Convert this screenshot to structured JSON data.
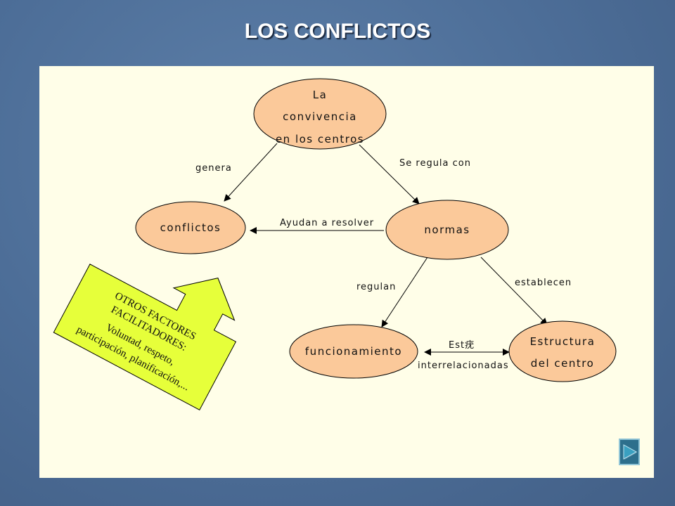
{
  "slide": {
    "title": "LOS CONFLICTOS"
  },
  "diagram": {
    "nodes": {
      "convivencia": [
        "La",
        "convivencia",
        "en los centros"
      ],
      "conflictos": [
        "conflictos"
      ],
      "normas": [
        "normas"
      ],
      "funcionamiento": [
        "funcionamiento"
      ],
      "estructura": [
        "Estructura",
        "del centro"
      ]
    },
    "edges": {
      "genera": "genera",
      "se_regula_con": "Se regula con",
      "ayudan_a_resolver": "Ayudan a resolver",
      "regulan": "regulan",
      "establecen": "establecen",
      "estan_top": "Est疣",
      "interrelacionadas": "interrelacionadas"
    },
    "callout": {
      "lines": [
        "OTROS FACTORES",
        "FACILITADORES:",
        "Voluntad, respeto,",
        "participación, planificación,..."
      ]
    },
    "colors": {
      "node_fill": "#fbc99a",
      "callout_fill": "#e6ff3a",
      "panel": "#fffee8"
    }
  },
  "navigation": {
    "next_icon": "play-next-icon"
  }
}
